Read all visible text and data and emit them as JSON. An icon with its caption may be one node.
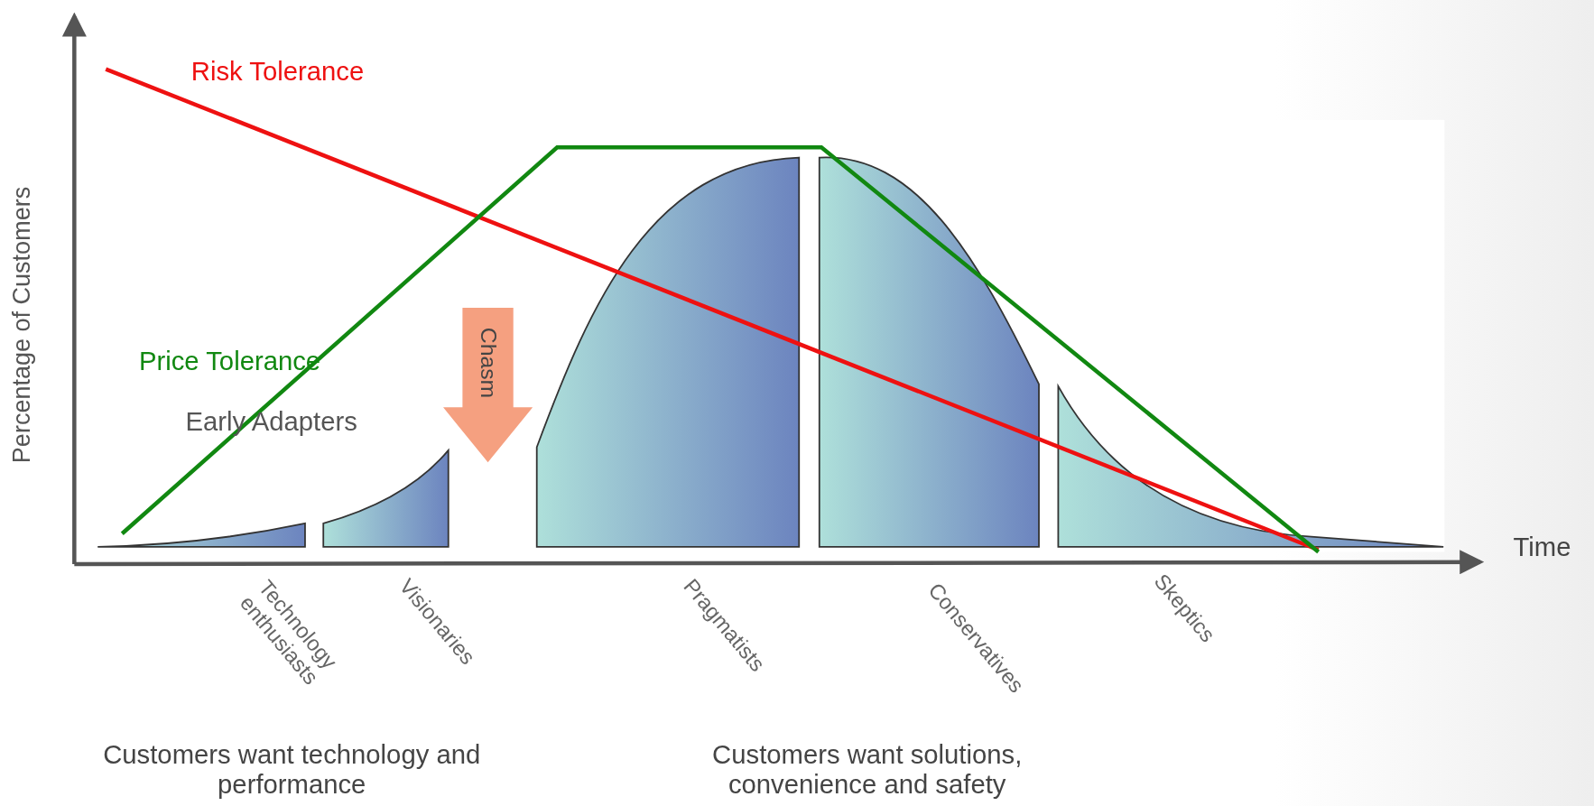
{
  "diagram": {
    "nodes": [
      {
        "text": [
          "Chasm"
        ]
      }
    ],
    "labels": [
      "Risk Tolerance",
      "Price Tolerance",
      "Early Adapters",
      "Percentage of Customers",
      "Time",
      "Technology enthusiasts",
      "Visionaries",
      "Pragmatists",
      "Conservatives",
      "Skeptics",
      "Customers want technology and performance",
      "Customers want solutions, convenience and safety"
    ]
  }
}
